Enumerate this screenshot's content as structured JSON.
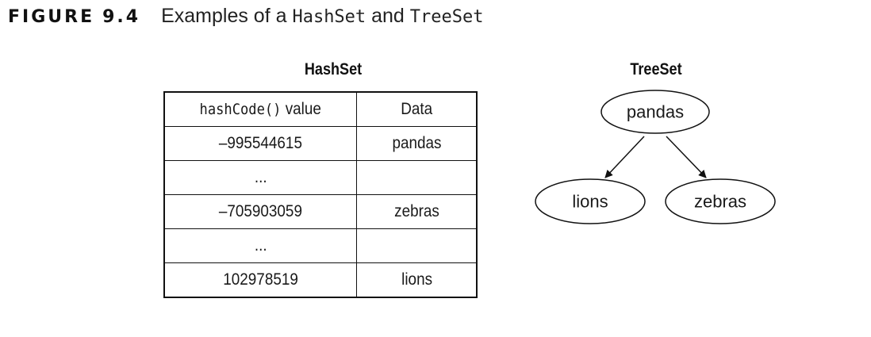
{
  "caption": {
    "label": "FIGURE",
    "number": "9.4",
    "title_prefix": "Examples of a ",
    "title_code1": "HashSet",
    "title_middle": " and ",
    "title_code2": "TreeSet"
  },
  "hashset": {
    "heading": "HashSet",
    "header_code": "hashCode()",
    "header_suffix": " value",
    "header_data": "Data",
    "rows": [
      {
        "hash": "–995544615",
        "data": "pandas"
      },
      {
        "hash": "...",
        "data": ""
      },
      {
        "hash": "–705903059",
        "data": "zebras"
      },
      {
        "hash": "...",
        "data": ""
      },
      {
        "hash": "102978519",
        "data": "lions"
      }
    ]
  },
  "treeset": {
    "heading": "TreeSet",
    "root": "pandas",
    "left_child": "lions",
    "right_child": "zebras"
  }
}
